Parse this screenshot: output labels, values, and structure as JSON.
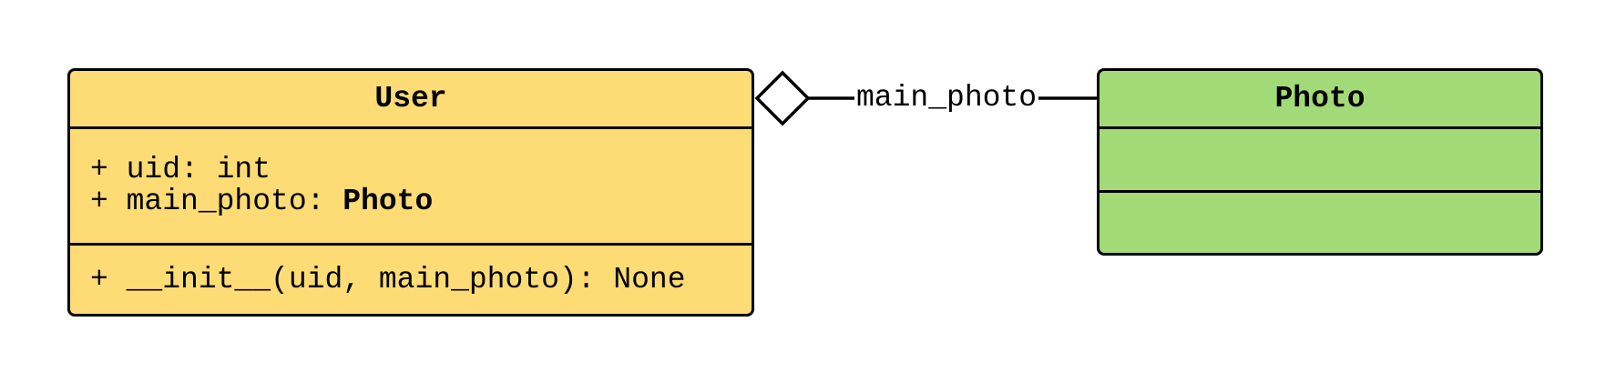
{
  "classes": {
    "user": {
      "name": "User",
      "attributes": [
        {
          "prefix": "+ uid: ",
          "type": "int"
        },
        {
          "prefix": "+ main_photo: ",
          "type": "Photo"
        }
      ],
      "methods": [
        "+ __init__(uid, main_photo): None"
      ],
      "fill": "#FDDC76"
    },
    "photo": {
      "name": "Photo",
      "attributes": [],
      "methods": [],
      "fill": "#A3DA78"
    }
  },
  "association": {
    "label": "main_photo",
    "kind": "aggregation"
  }
}
